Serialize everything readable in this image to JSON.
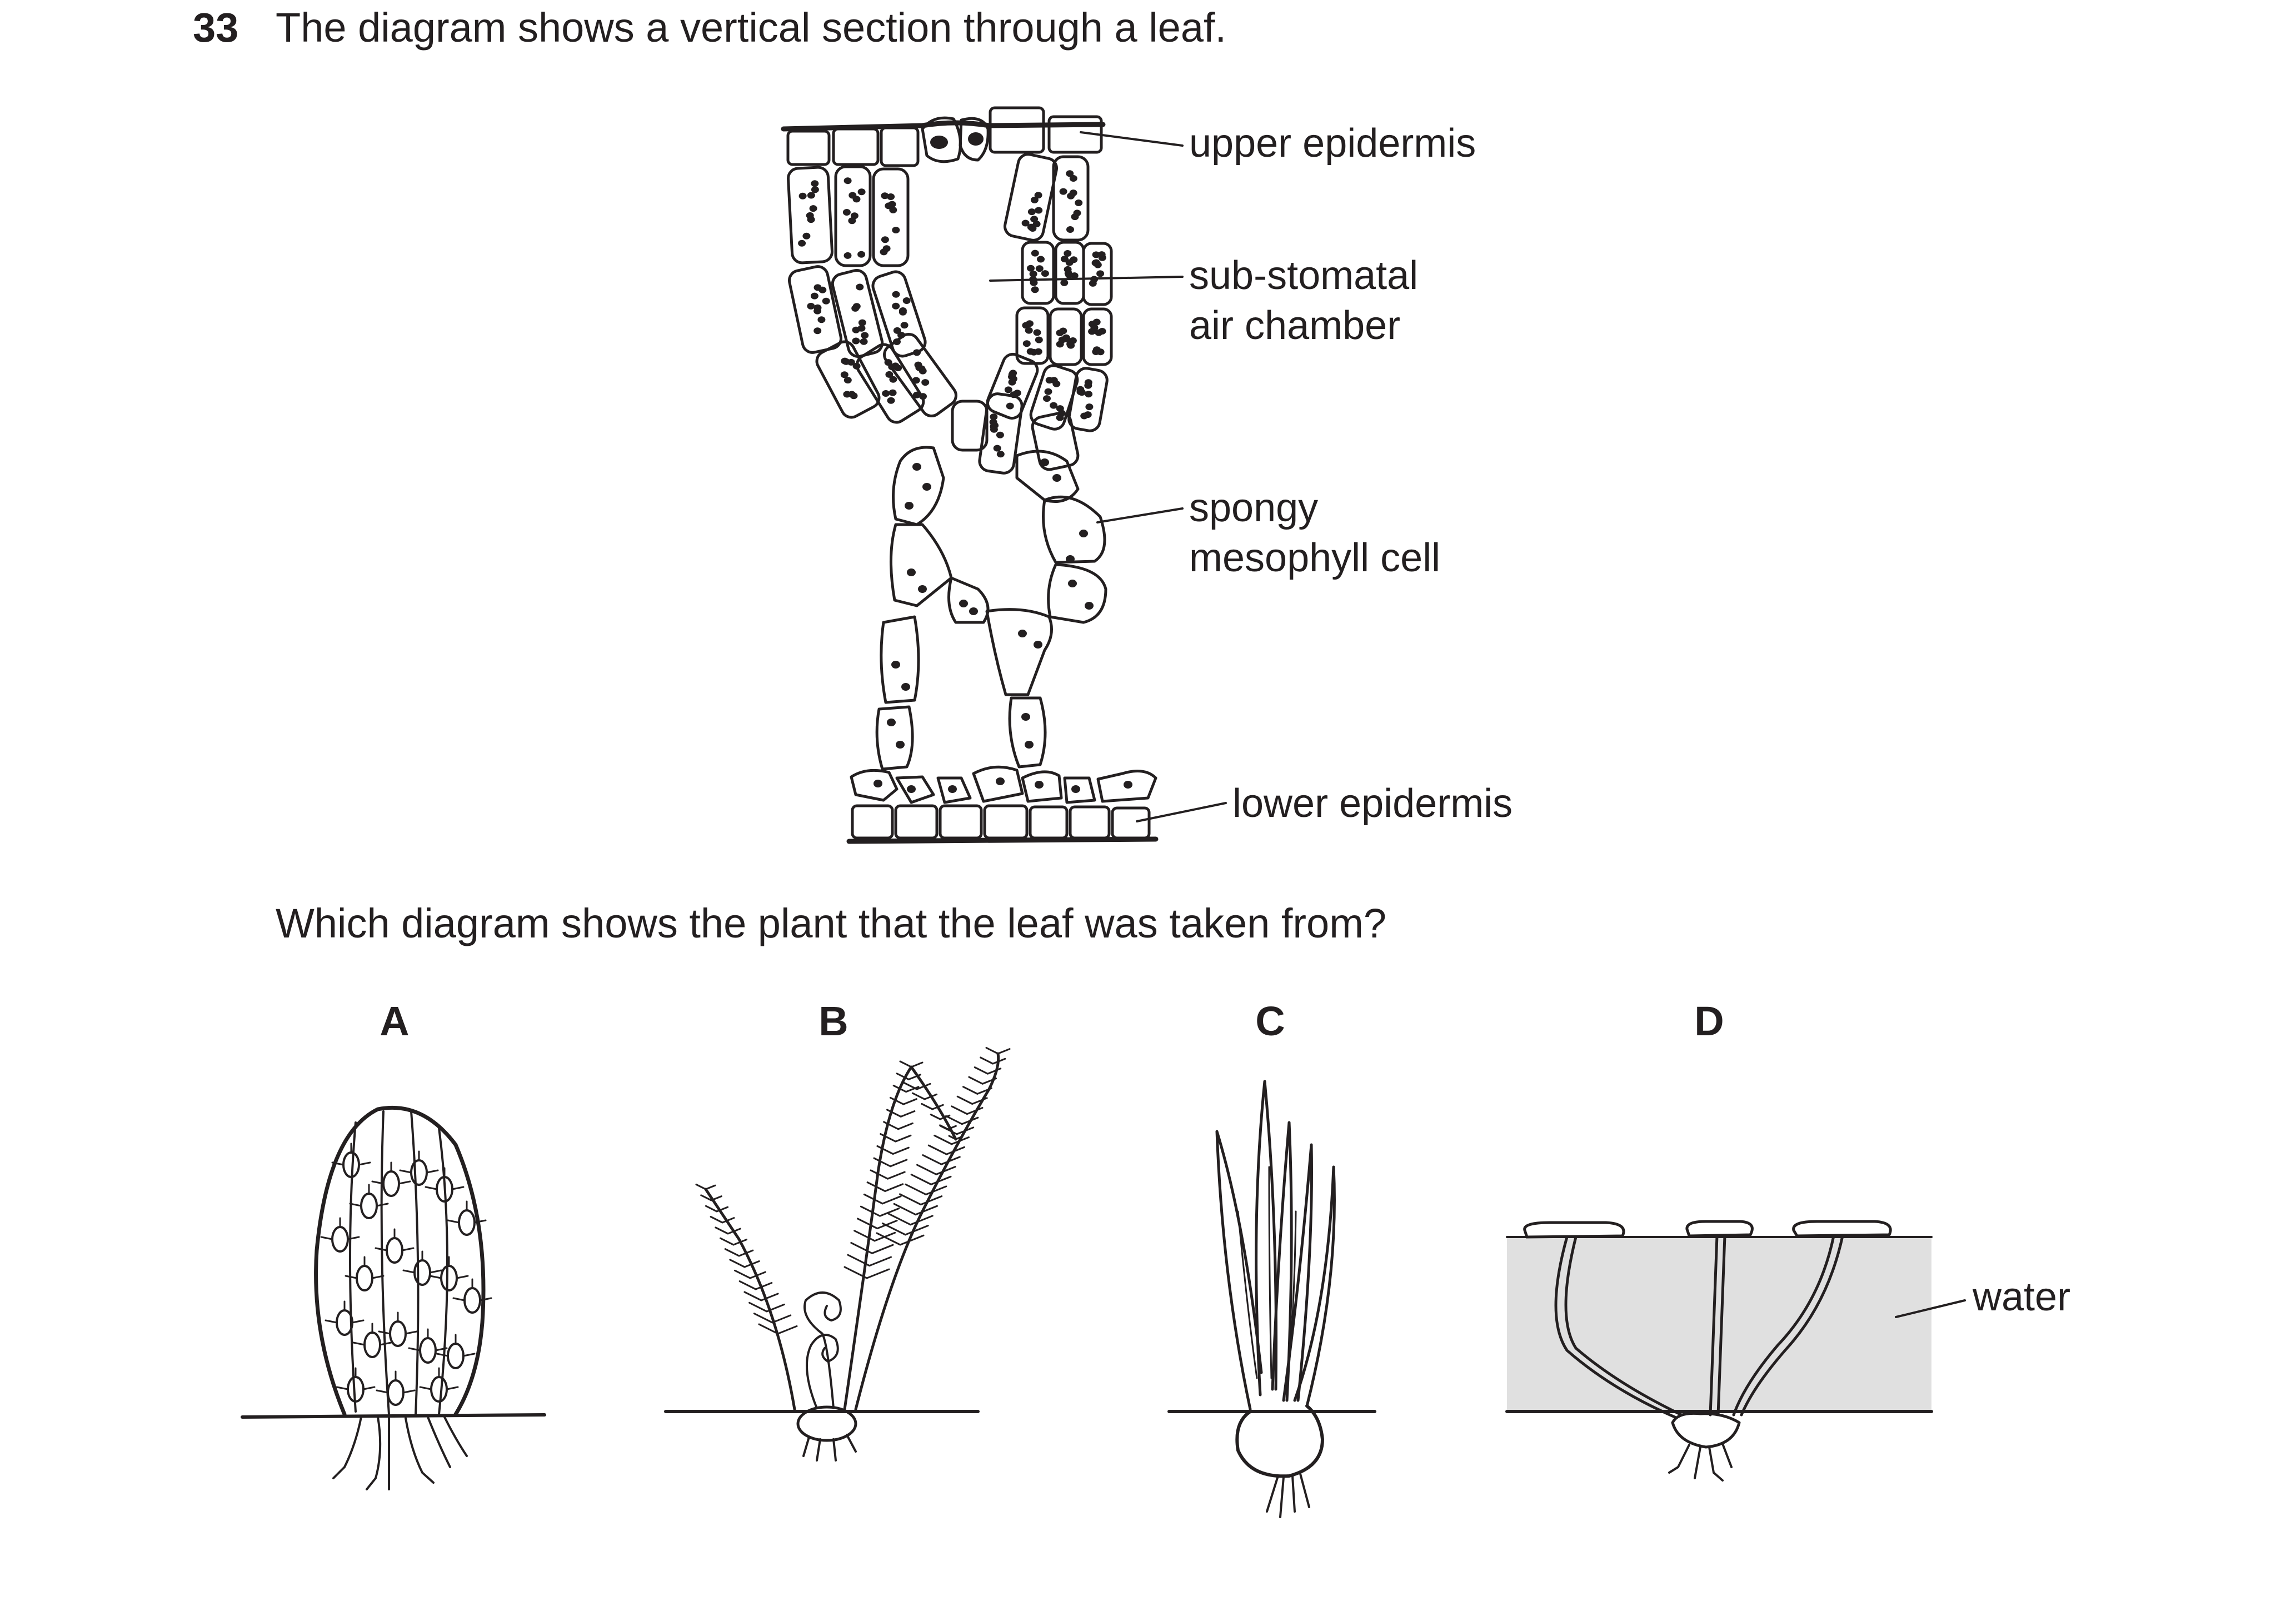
{
  "question": {
    "number": "33",
    "stem": "The diagram shows a vertical section through a leaf.",
    "prompt": "Which diagram shows the plant that the leaf was taken from?"
  },
  "leaf_section": {
    "labels": {
      "upper_epidermis": "upper epidermis",
      "air_chamber_line1": "sub-stomatal",
      "air_chamber_line2": "air chamber",
      "spongy_line1": "spongy",
      "spongy_line2": "mesophyll cell",
      "lower_epidermis": "lower epidermis"
    }
  },
  "options": [
    {
      "letter": "A",
      "plant": "cactus-icon"
    },
    {
      "letter": "B",
      "plant": "fern-icon"
    },
    {
      "letter": "C",
      "plant": "grass-icon"
    },
    {
      "letter": "D",
      "plant": "water-lily-icon"
    }
  ],
  "option_d": {
    "water_label": "water"
  },
  "colors": {
    "ink": "#231f20",
    "water": "#e0e0e0"
  }
}
